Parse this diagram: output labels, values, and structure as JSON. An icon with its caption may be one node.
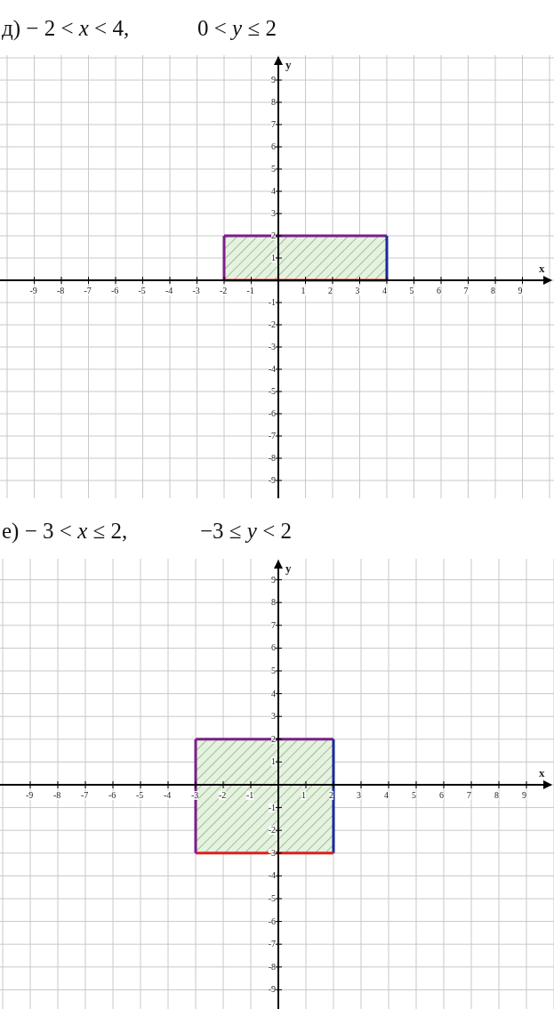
{
  "diagram": {
    "labels": [
      "д) − 2 < *x* < 4,",
      "0 < *y* ≤ 2",
      "y",
      "9",
      "8",
      "7",
      "6",
      "5",
      "4",
      "3",
      "2",
      "1",
      "x",
      "-9",
      "-8",
      "-7",
      "-6",
      "-5",
      "-4",
      "-3",
      "-2",
      "-1",
      "1",
      "2",
      "3",
      "4",
      "5",
      "6",
      "7",
      "8",
      "9",
      "-1",
      "-2",
      "-3",
      "-4",
      "-5",
      "-6",
      "-7",
      "-8",
      "-9",
      "е) − 3 < *x* ≤ 2,",
      "−3 ≤ *y* < 2",
      "y",
      "9",
      "8",
      "7",
      "6",
      "5",
      "4",
      "3",
      "2",
      "1",
      "x",
      "-9",
      "-8",
      "-7",
      "-6",
      "-5",
      "-4",
      "-3",
      "-2",
      "-1",
      "1",
      "2",
      "3",
      "4",
      "5",
      "6",
      "7",
      "8",
      "9",
      "-1",
      "-2",
      "-3",
      "-4",
      "-5",
      "-6",
      "-7",
      "-8",
      "-9"
    ]
  }
}
